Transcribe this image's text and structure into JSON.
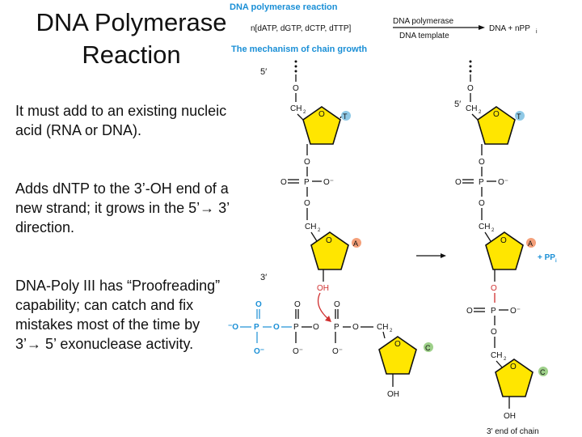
{
  "slide": {
    "title": "DNA Polymerase Reaction",
    "bullets": [
      "It must add to an existing nucleic acid (RNA or DNA).",
      "Adds dNTP to the 3’-OH end of a new strand; it grows in the 5’→ 3’ direction.",
      "DNA-Poly III has “Proofreading” capability; can catch and fix mistakes most of the time by 3’→ 5’ exonuclease activity."
    ]
  },
  "figure": {
    "heading": "DNA polymerase reaction",
    "reactants": "n[dATP, dGTP, dCTP, dTTP]",
    "enzyme": "DNA polymerase",
    "template": "DNA template",
    "products": "DNA + nPP",
    "products_sub": "i",
    "mechanism_heading": "The mechanism of chain growth",
    "label_5prime_left": "5′",
    "label_3prime_left": "3′",
    "label_5prime_right": "5′",
    "label_3prime_end": "3′ end of chain",
    "ppi_label": "+ PP",
    "ppi_sub": "i",
    "bases": {
      "T": "T",
      "A": "A",
      "C": "C"
    },
    "colors": {
      "heading": "#1a8fd6",
      "ring": "#ffe600",
      "base_T": "#8fc9e6",
      "base_A": "#f4a07a",
      "base_C": "#9ed08a",
      "attack": "#d03030"
    }
  }
}
